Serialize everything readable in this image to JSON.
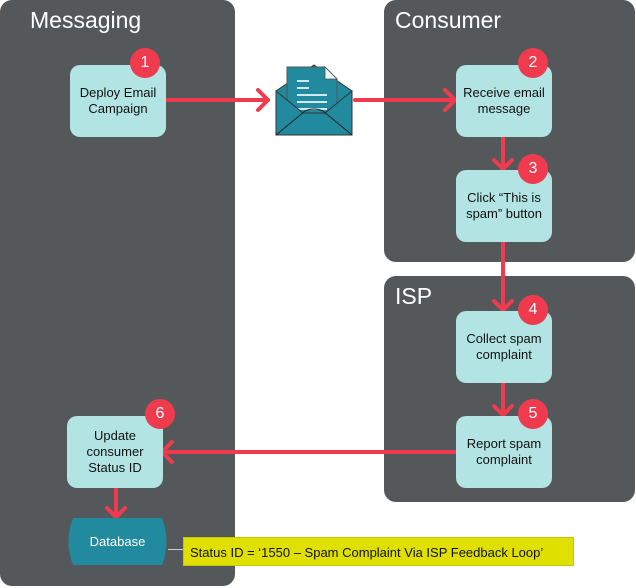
{
  "colors": {
    "panel": "#55585a",
    "step_fill": "#b2e4e4",
    "badge": "#ef3b4d",
    "arrow": "#ef3b4d",
    "database": "#218a9e",
    "envelope": "#218a9e",
    "callout": "#e0e000"
  },
  "lanes": {
    "messaging": {
      "title": "Messaging"
    },
    "consumer": {
      "title": "Consumer"
    },
    "isp": {
      "title": "ISP"
    }
  },
  "steps": [
    {
      "number": "1",
      "lines": [
        "Deploy Email",
        "Campaign"
      ],
      "lane": "Messaging"
    },
    {
      "number": "2",
      "lines": [
        "Receive email",
        "message"
      ],
      "lane": "Consumer"
    },
    {
      "number": "3",
      "lines": [
        "Click “This is",
        "spam” button"
      ],
      "lane": "Consumer"
    },
    {
      "number": "4",
      "lines": [
        "Collect spam",
        "complaint"
      ],
      "lane": "ISP"
    },
    {
      "number": "5",
      "lines": [
        "Report spam",
        "complaint"
      ],
      "lane": "ISP"
    },
    {
      "number": "6",
      "lines": [
        "Update",
        "consumer",
        "Status ID"
      ],
      "lane": "Messaging"
    }
  ],
  "envelope": {
    "icon": "open-envelope-icon"
  },
  "database": {
    "label": "Database"
  },
  "callout": {
    "text": "Status ID = ‘1550 – Spam Complaint Via ISP Feedback Loop’"
  },
  "flow": [
    {
      "from": "step-1",
      "to": "envelope"
    },
    {
      "from": "envelope",
      "to": "step-2"
    },
    {
      "from": "step-2",
      "to": "step-3"
    },
    {
      "from": "step-3",
      "to": "step-4"
    },
    {
      "from": "step-4",
      "to": "step-5"
    },
    {
      "from": "step-5",
      "to": "step-6"
    },
    {
      "from": "step-6",
      "to": "database"
    }
  ]
}
